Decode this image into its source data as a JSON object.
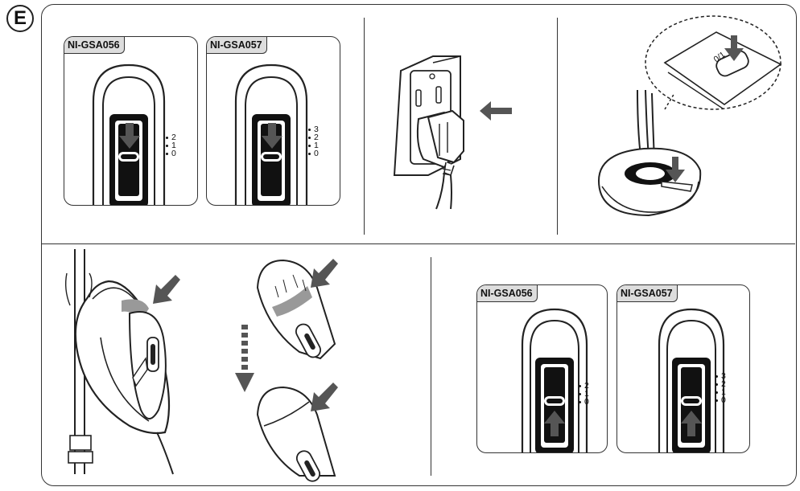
{
  "section": {
    "label": "E"
  },
  "top_row": {
    "panels": [
      {
        "model": "NI-GSA056",
        "levels": [
          "2",
          "1",
          "0"
        ],
        "arrow": "down"
      },
      {
        "model": "NI-GSA057",
        "levels": [
          "3",
          "2",
          "1",
          "0"
        ],
        "arrow": "down"
      }
    ],
    "base_switch_label": "0/1"
  },
  "bottom_row": {
    "panels": [
      {
        "model": "NI-GSA056",
        "levels": [
          "2",
          "1",
          "0"
        ],
        "arrow": "up"
      },
      {
        "model": "NI-GSA057",
        "levels": [
          "3",
          "2",
          "1",
          "0"
        ],
        "arrow": "up"
      }
    ]
  },
  "colors": {
    "line": "#222222",
    "arrow": "#555555",
    "tag_bg": "#dddddd",
    "band": "#9a9a9a"
  }
}
